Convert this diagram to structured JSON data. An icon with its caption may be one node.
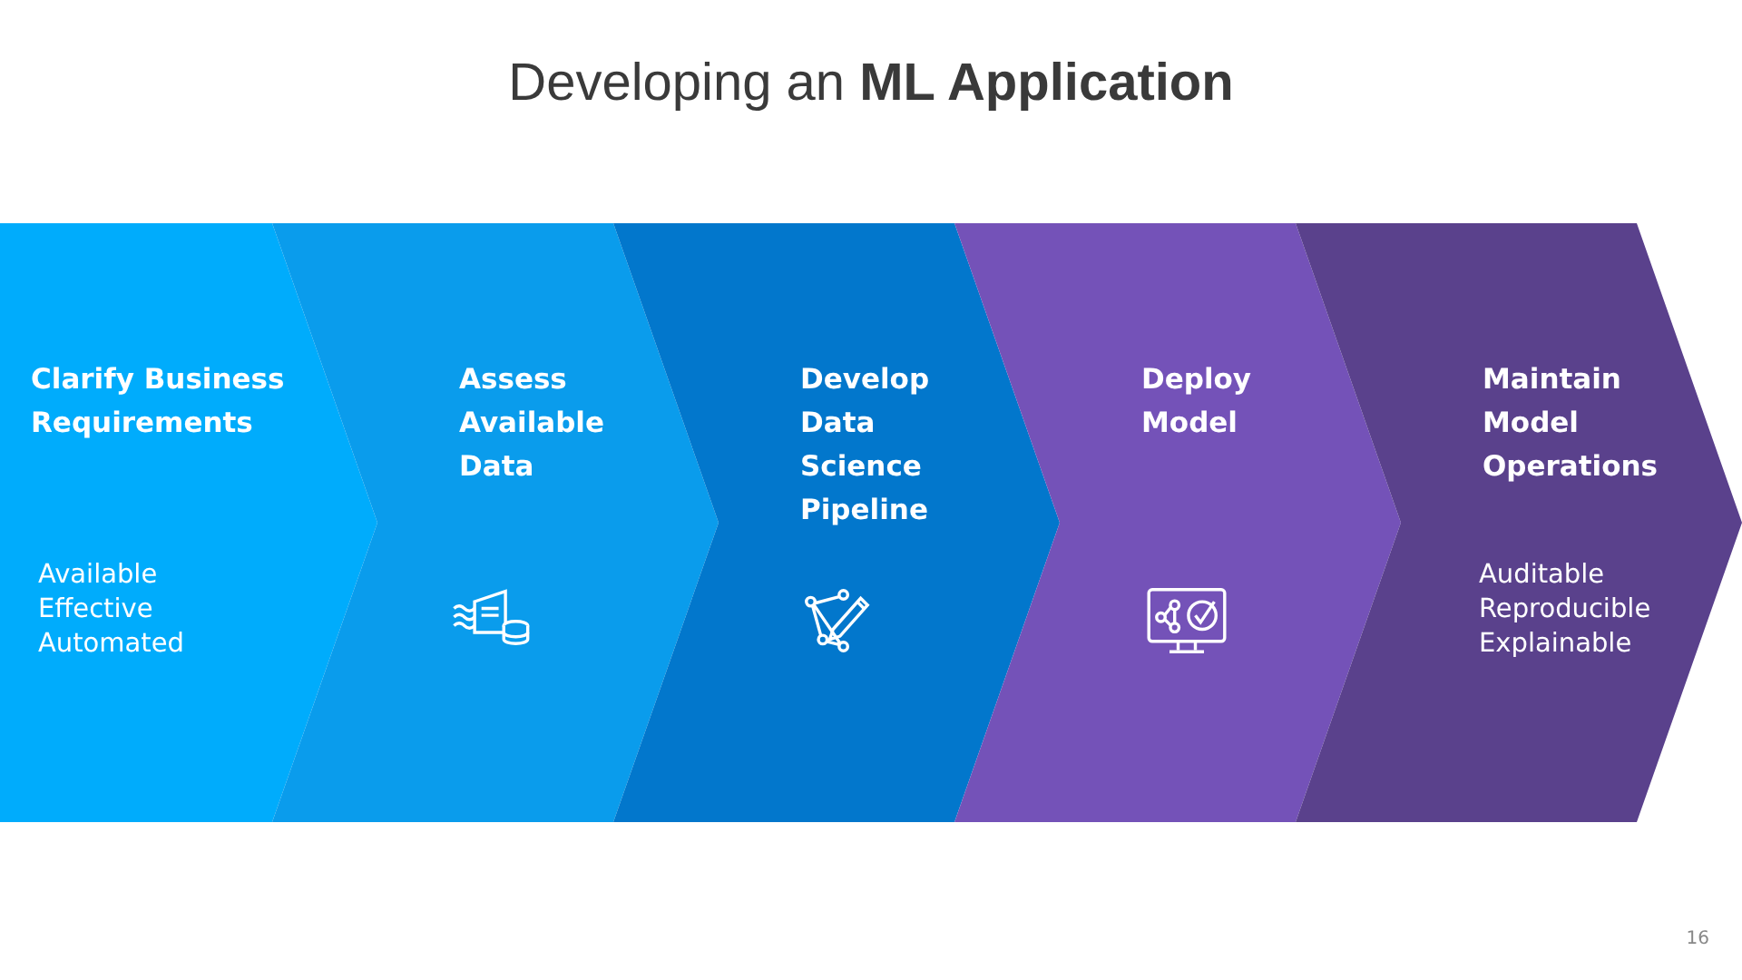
{
  "diagram": {
    "title": "Developing an **ML Application**",
    "nodes": [
      {
        "text": [
          "Clarify Business Requirements",
          "Available",
          "Effective",
          "Automated"
        ]
      },
      {
        "text": [
          "Assess Available Data"
        ]
      },
      {
        "text": [
          "Develop Data Science Pipeline"
        ]
      },
      {
        "text": [
          "Deploy Model"
        ]
      },
      {
        "text": [
          "Maintain Model Operations",
          "Auditable",
          "Reproducible",
          "Explainable"
        ]
      }
    ],
    "labels": [
      "16"
    ]
  }
}
